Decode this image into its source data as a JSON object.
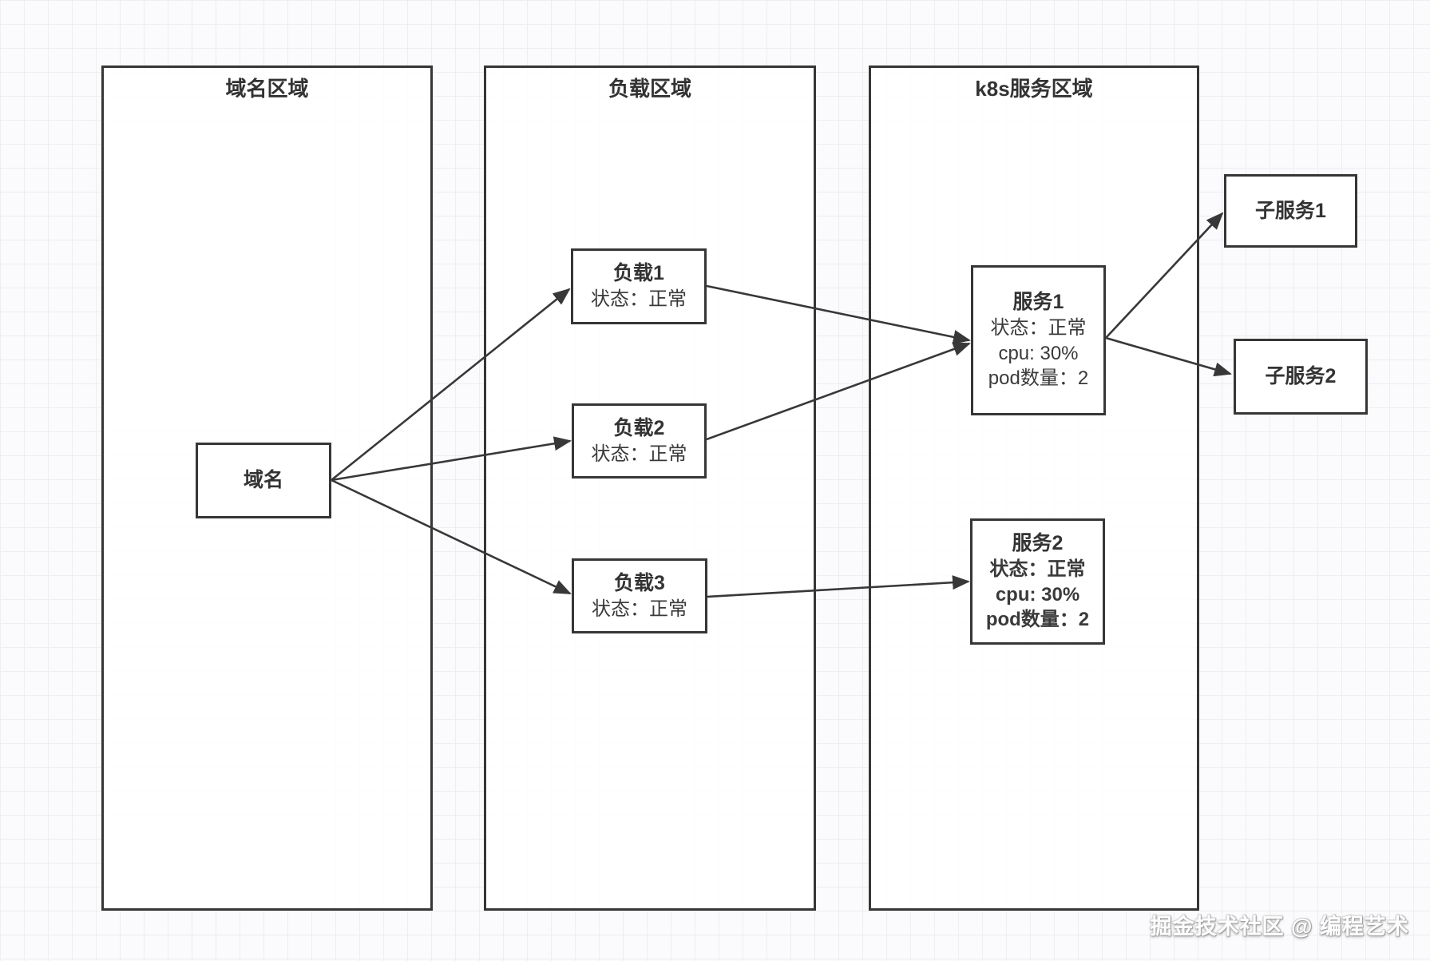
{
  "regions": [
    {
      "id": "domain-region",
      "title": "域名区域"
    },
    {
      "id": "load-region",
      "title": "负载区域"
    },
    {
      "id": "k8s-region",
      "title": "k8s服务区域"
    }
  ],
  "nodes": {
    "domain": {
      "title": "域名"
    },
    "load1": {
      "title": "负载1",
      "status": "状态：正常"
    },
    "load2": {
      "title": "负载2",
      "status": "状态：正常"
    },
    "load3": {
      "title": "负载3",
      "status": "状态：正常"
    },
    "service1": {
      "title": "服务1",
      "status": "状态：正常",
      "cpu": "cpu: 30%",
      "pods": "pod数量：2"
    },
    "service2": {
      "title": "服务2",
      "status": "状态：正常",
      "cpu": "cpu: 30%",
      "pods": "pod数量：2"
    },
    "subservice1": {
      "title": "子服务1"
    },
    "subservice2": {
      "title": "子服务2"
    }
  },
  "edges": [
    {
      "from": "域名",
      "to": "负载1"
    },
    {
      "from": "域名",
      "to": "负载2"
    },
    {
      "from": "域名",
      "to": "负载3"
    },
    {
      "from": "负载1",
      "to": "服务1"
    },
    {
      "from": "负载2",
      "to": "服务1"
    },
    {
      "from": "负载3",
      "to": "服务2"
    },
    {
      "from": "服务1",
      "to": "子服务1"
    },
    {
      "from": "服务1",
      "to": "子服务2"
    }
  ],
  "watermark": "掘金技术社区 @ 编程艺术",
  "colors": {
    "stroke": "#383838",
    "text": "#333333",
    "node_fill": "#ffffff",
    "grid_line": "#ededf2",
    "background": "#fbfbfd"
  }
}
